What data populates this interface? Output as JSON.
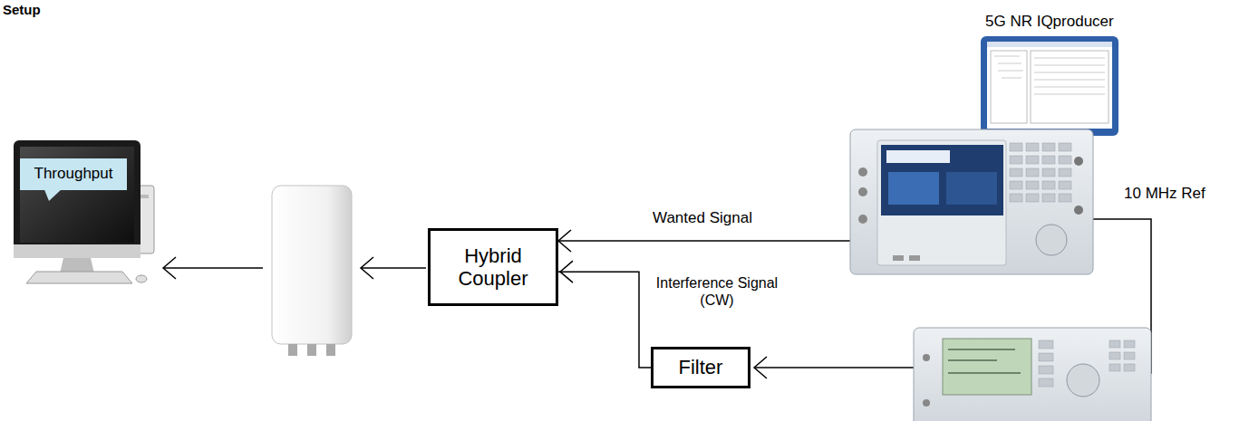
{
  "diagram": {
    "title": "Setup",
    "nodes": [
      {
        "text": [
          "Throughput"
        ]
      },
      {
        "text": [
          "Hybrid Coupler"
        ]
      },
      {
        "text": [
          "Filter"
        ]
      }
    ],
    "edges": [
      {
        "from": 2,
        "to": 1,
        "arrow": "to",
        "label": "Interference Signal (CW)"
      }
    ],
    "labels": [
      "5G NR IQproducer",
      "Wanted Signal",
      "10 MHz Ref"
    ]
  }
}
